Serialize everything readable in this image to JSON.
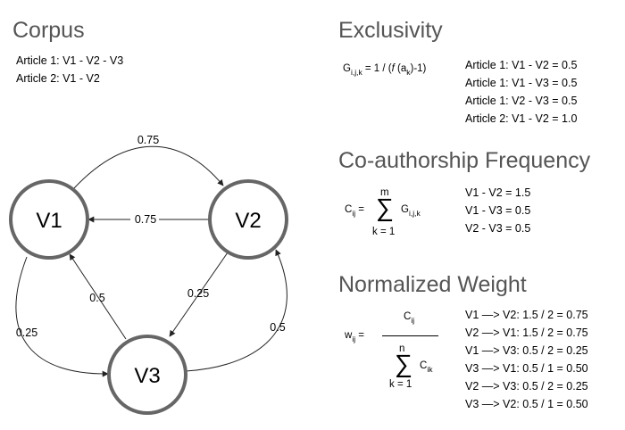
{
  "corpus": {
    "title": "Corpus",
    "lines": [
      "Article 1: V1 - V2 - V3",
      "Article 2: V1 - V2"
    ]
  },
  "graph": {
    "nodes": [
      {
        "id": "v1",
        "label": "V1"
      },
      {
        "id": "v2",
        "label": "V2"
      },
      {
        "id": "v3",
        "label": "V3"
      }
    ],
    "edges": [
      {
        "from": "V1",
        "to": "V2",
        "weight": "0.75"
      },
      {
        "from": "V2",
        "to": "V1",
        "weight": "0.75"
      },
      {
        "from": "V3",
        "to": "V1",
        "weight": "0.5"
      },
      {
        "from": "V2",
        "to": "V3",
        "weight": "0.25"
      },
      {
        "from": "V1",
        "to": "V3",
        "weight": "0.25"
      },
      {
        "from": "V3",
        "to": "V2",
        "weight": "0.5"
      }
    ]
  },
  "exclusivity": {
    "title": "Exclusivity",
    "formula": {
      "lhs": "G",
      "lhs_sub": "i,j,k",
      "mid": " = 1 / (",
      "f": "f",
      "open": " (a",
      "a_sub": "k",
      "tail": ")-1)"
    },
    "lines": [
      "Article 1: V1 - V2 = 0.5",
      "Article 1: V1 - V3 = 0.5",
      "Article 1: V2 - V3 = 0.5",
      "Article 2: V1 - V2 = 1.0"
    ]
  },
  "coauthorship": {
    "title": "Co-authorship Frequency",
    "formula": {
      "lhs": "C",
      "lhs_sub": "ij",
      "eq": " =",
      "sum_top": "m",
      "sum_bottom": "k = 1",
      "term": "G",
      "term_sub": "i,j,k"
    },
    "lines": [
      "V1 - V2 = 1.5",
      "V1 - V3 = 0.5",
      "V2 - V3 = 0.5"
    ]
  },
  "normalized": {
    "title": "Normalized Weight",
    "formula": {
      "lhs": "w",
      "lhs_sub": "ij",
      "eq": " =",
      "num": "C",
      "num_sub": "ij",
      "sum_top": "n",
      "sum_bottom": "k = 1",
      "den": "C",
      "den_sub": "ik"
    },
    "lines": [
      "V1 —> V2: 1.5 / 2 = 0.75",
      "V2 —> V1: 1.5 / 2 = 0.75",
      "V1 —> V3: 0.5 / 2 = 0.25",
      "V3 —> V1: 0.5 / 1 = 0.50",
      "V2 —> V3: 0.5 / 2 = 0.25",
      "V3 —> V2: 0.5 / 1 = 0.50"
    ]
  }
}
